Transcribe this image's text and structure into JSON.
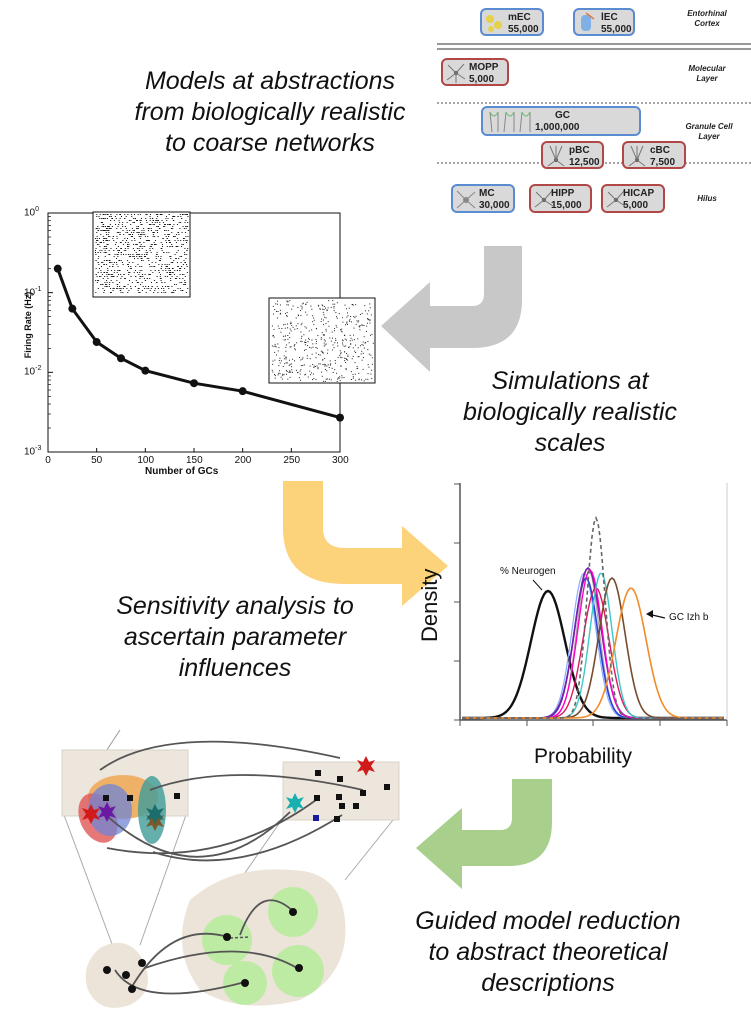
{
  "captions": {
    "models": [
      "Models at abstractions",
      "from biologically realistic",
      "to coarse networks"
    ],
    "simulations": [
      "Simulations at",
      "biologically realistic",
      "scales"
    ],
    "sensitivity": [
      "Sensitivity analysis to",
      "ascertain parameter",
      "influences"
    ],
    "reduction": [
      "Guided model reduction",
      "to abstract theoretical",
      "descriptions"
    ]
  },
  "hippocampus": {
    "regions": {
      "ec": [
        "Entorhinal",
        "Cortex"
      ],
      "molecular": [
        "Molecular",
        "Layer"
      ],
      "granule": [
        "Granule Cell",
        "Layer"
      ],
      "hilus": [
        "Hilus"
      ]
    },
    "cells": {
      "mec": {
        "name": "mEC",
        "count": "55,000",
        "kind": "excitatory"
      },
      "lec": {
        "name": "lEC",
        "count": "55,000",
        "kind": "excitatory"
      },
      "mopp": {
        "name": "MOPP",
        "count": "5,000",
        "kind": "inhibitory"
      },
      "gc": {
        "name": "GC",
        "count": "1,000,000",
        "kind": "excitatory"
      },
      "pbc": {
        "name": "pBC",
        "count": "12,500",
        "kind": "inhibitory"
      },
      "cbc": {
        "name": "cBC",
        "count": "7,500",
        "kind": "inhibitory"
      },
      "mc": {
        "name": "MC",
        "count": "30,000",
        "kind": "excitatory"
      },
      "hipp": {
        "name": "HIPP",
        "count": "15,000",
        "kind": "inhibitory"
      },
      "hicap": {
        "name": "HICAP",
        "count": "5,000",
        "kind": "inhibitory"
      }
    }
  },
  "chart_data": [
    {
      "type": "line",
      "xlabel": "Number of GCs",
      "ylabel": "Firing Rate (Hz)",
      "xlim": [
        0,
        300
      ],
      "ylim": [
        0.001,
        1
      ],
      "yscale": "log",
      "x_ticks": [
        "0",
        "50",
        "100",
        "150",
        "200",
        "250",
        "300"
      ],
      "y_ticks": [
        "10",
        "10",
        "10",
        "10"
      ],
      "y_tick_exponents": [
        "0",
        "-1",
        "-2",
        "-3"
      ],
      "x": [
        10,
        25,
        50,
        75,
        100,
        150,
        200,
        300
      ],
      "y": [
        0.2,
        0.063,
        0.024,
        0.015,
        0.0105,
        0.0073,
        0.0058,
        0.0027
      ],
      "color": "#111111",
      "grid": false
    },
    {
      "type": "line",
      "xlabel": "Probability",
      "ylabel": "Density",
      "annotations": [
        "% Neurogen",
        "GC Izh b"
      ],
      "series_colors": [
        "#111111",
        "#aaaaaa",
        "#88aaff",
        "#2b3fd6",
        "#7b1fa2",
        "#ff00cc",
        "#d81b60",
        "#3cc8c8",
        "#666666",
        "#7a4b2a",
        "#f28c28"
      ]
    }
  ],
  "colors": {
    "arrow_gray": "#c8c8c8",
    "arrow_orange": "#fcd27a",
    "arrow_green": "#a9cf8d",
    "node_fill": "#111111",
    "cluster_green": "#b6ec9b"
  }
}
